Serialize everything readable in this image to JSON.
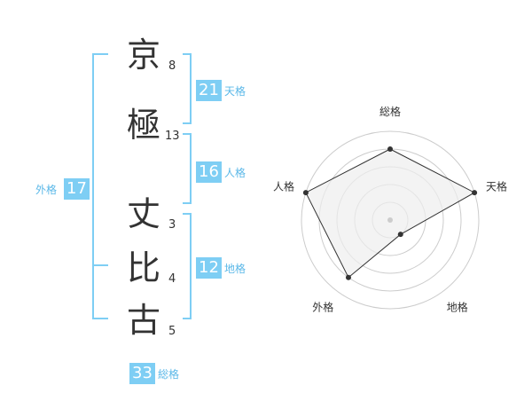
{
  "name": {
    "chars": [
      {
        "char": "京",
        "strokes": "8"
      },
      {
        "char": "極",
        "strokes": "13"
      },
      {
        "char": "丈",
        "strokes": "3"
      },
      {
        "char": "比",
        "strokes": "4"
      },
      {
        "char": "古",
        "strokes": "5"
      }
    ]
  },
  "kaku": {
    "tenkaku": {
      "value": "21",
      "label": "天格"
    },
    "jinkaku": {
      "value": "16",
      "label": "人格"
    },
    "chikaku": {
      "value": "12",
      "label": "地格"
    },
    "gaikaku": {
      "value": "17",
      "label": "外格"
    },
    "soukaku": {
      "value": "33",
      "label": "総格"
    }
  },
  "colors": {
    "accent": "#7ecef4",
    "accent_text": "#5bb8e8",
    "ring": "#cccccc",
    "fill": "#eeeeee",
    "line": "#333333"
  },
  "chart_data": {
    "type": "radar",
    "axes": [
      "総格",
      "天格",
      "地格",
      "外格",
      "人格"
    ],
    "values": [
      0.8,
      1.0,
      0.2,
      0.8,
      1.0
    ],
    "range": [
      0,
      1
    ],
    "rings": 5
  }
}
